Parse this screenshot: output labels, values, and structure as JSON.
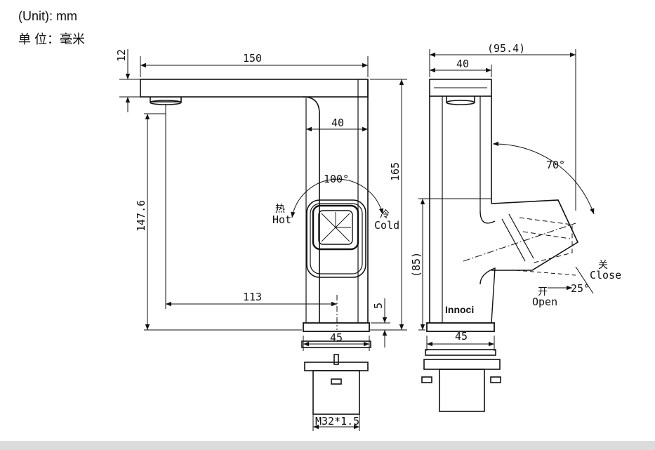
{
  "header": {
    "unit_en": "(Unit): mm",
    "unit_cn": "单 位：毫米"
  },
  "front_view": {
    "dim_top_height": "12",
    "dim_spout_length": "150",
    "dim_total_height": "165",
    "dim_spout_height": "147.6",
    "dim_body_width": "40",
    "dim_handle_angle": "100°",
    "label_hot_cn": "热",
    "label_hot_en": "Hot",
    "label_cold_cn": "冷",
    "label_cold_en": "Cold",
    "dim_reach": "113",
    "dim_base_gap": "5",
    "dim_base_width": "45",
    "dim_thread": "M32*1.5"
  },
  "side_view": {
    "dim_overall_depth": "(95.4)",
    "dim_body_width": "40",
    "dim_lever_angle": "70°",
    "dim_lever_height": "(85)",
    "dim_open_angle": "25°",
    "label_close_cn": "关",
    "label_close_en": "Close",
    "label_open_cn": "开",
    "label_open_en": "Open",
    "brand": "Innoci",
    "dim_base_width": "45"
  }
}
